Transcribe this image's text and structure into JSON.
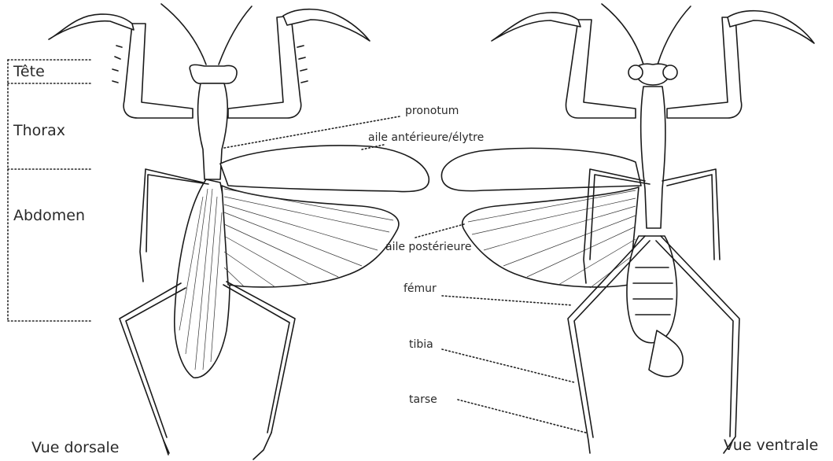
{
  "regions": {
    "head": "Tête",
    "thorax": "Thorax",
    "abdomen": "Abdomen"
  },
  "parts": {
    "pronotum": "pronotum",
    "forewing": "aile antérieure/élytre",
    "hindwing": "aile postérieure",
    "femur": "fémur",
    "tibia": "tibia",
    "tarsus": "tarse"
  },
  "views": {
    "dorsal": "Vue dorsale",
    "ventral": "Vue ventrale"
  }
}
